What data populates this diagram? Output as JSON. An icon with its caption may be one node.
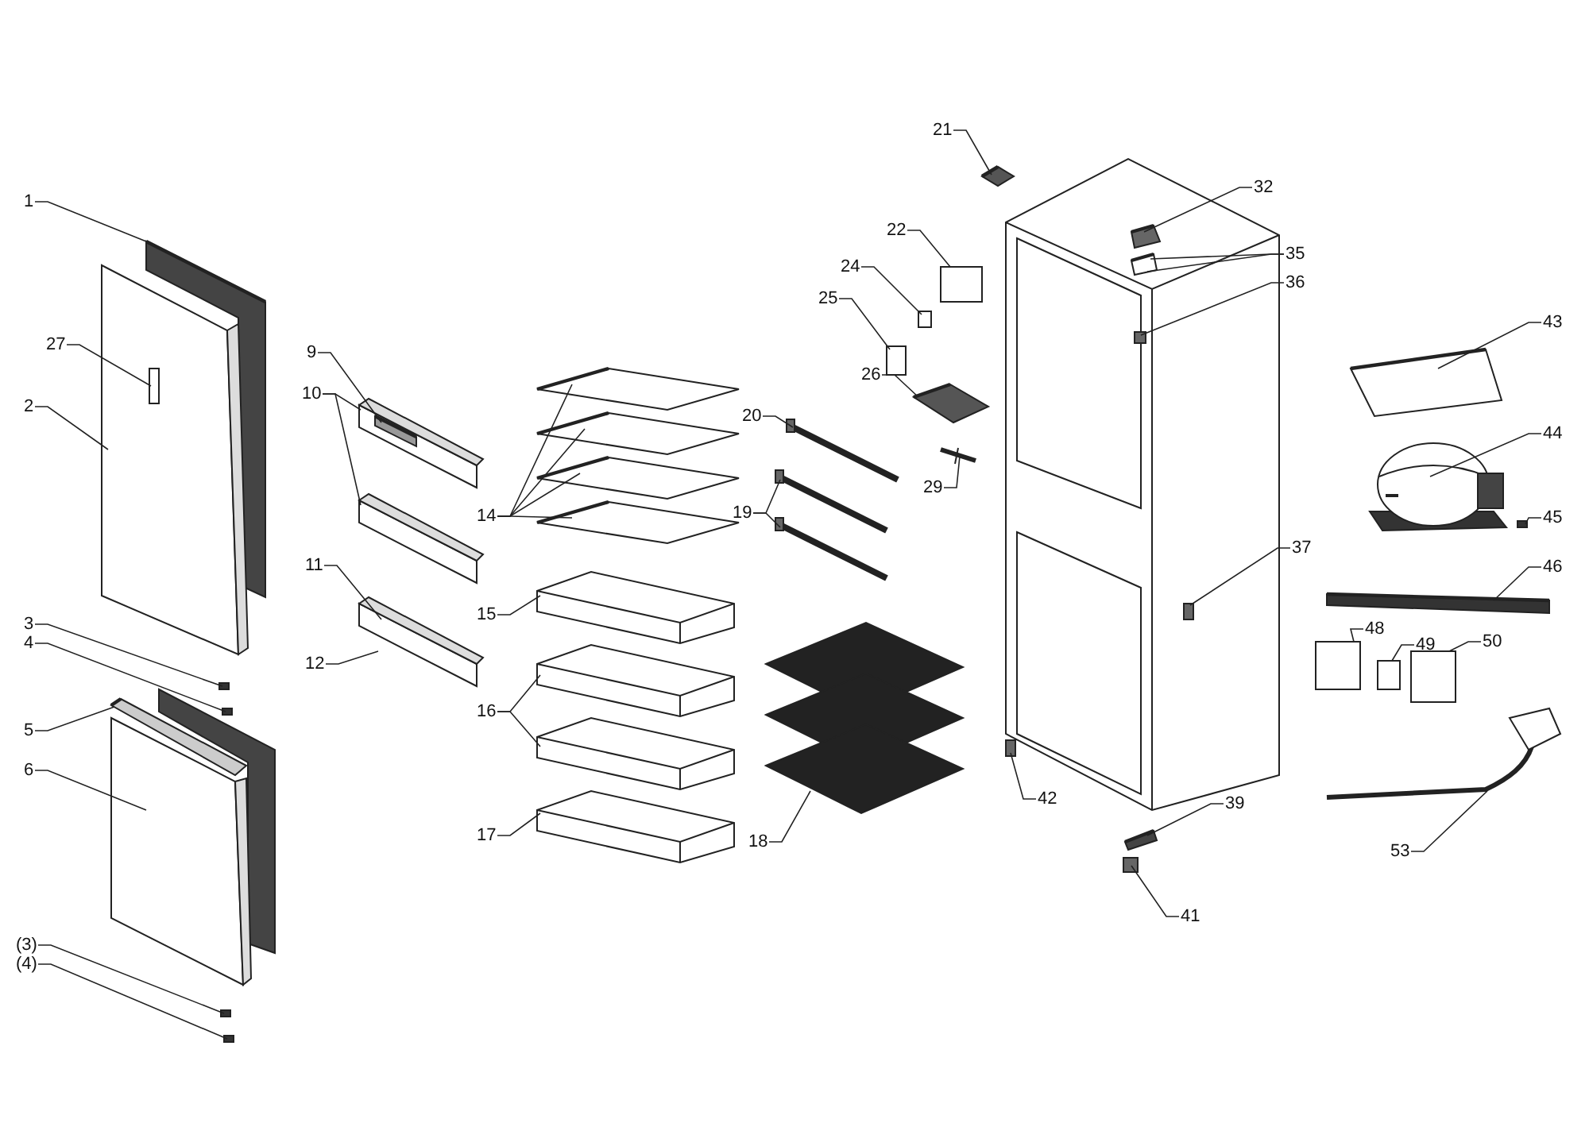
{
  "diagram": {
    "nodes": [
      {
        "text": [
          "1"
        ]
      },
      {
        "text": [
          "27"
        ]
      },
      {
        "text": [
          "2"
        ]
      },
      {
        "text": [
          "3"
        ]
      },
      {
        "text": [
          "4"
        ]
      },
      {
        "text": [
          "5"
        ]
      },
      {
        "text": [
          "6"
        ]
      },
      {
        "text": [
          "(3)"
        ]
      },
      {
        "text": [
          "(4)"
        ]
      },
      {
        "text": [
          "9"
        ]
      },
      {
        "text": [
          "10"
        ]
      },
      {
        "text": [
          "11"
        ]
      },
      {
        "text": [
          "12"
        ]
      },
      {
        "text": [
          "14"
        ]
      },
      {
        "text": [
          "15"
        ]
      },
      {
        "text": [
          "16"
        ]
      },
      {
        "text": [
          "17"
        ]
      },
      {
        "text": [
          "18"
        ]
      },
      {
        "text": [
          "19"
        ]
      },
      {
        "text": [
          "20"
        ]
      },
      {
        "text": [
          "21"
        ]
      },
      {
        "text": [
          "22"
        ]
      },
      {
        "text": [
          "24"
        ]
      },
      {
        "text": [
          "25"
        ]
      },
      {
        "text": [
          "26"
        ]
      },
      {
        "text": [
          "29"
        ]
      },
      {
        "text": [
          "32"
        ]
      },
      {
        "text": [
          "35"
        ]
      },
      {
        "text": [
          "36"
        ]
      },
      {
        "text": [
          "37"
        ]
      },
      {
        "text": [
          "42"
        ]
      },
      {
        "text": [
          "39"
        ]
      },
      {
        "text": [
          "41"
        ]
      },
      {
        "text": [
          "43"
        ]
      },
      {
        "text": [
          "44"
        ]
      },
      {
        "text": [
          "45"
        ]
      },
      {
        "text": [
          "46"
        ]
      },
      {
        "text": [
          "48"
        ]
      },
      {
        "text": [
          "49"
        ]
      },
      {
        "text": [
          "50"
        ]
      },
      {
        "text": [
          "53"
        ]
      },
      {
        "text": [],
        "shape": "picture"
      },
      {
        "text": [],
        "shape": "box",
        "in": 43
      },
      {
        "text": [],
        "shape": "picture"
      },
      {
        "text": [],
        "shape": "box"
      },
      {
        "text": [],
        "shape": "box"
      },
      {
        "text": [],
        "shape": "picture"
      },
      {
        "text": [],
        "shape": "picture"
      },
      {
        "text": [],
        "shape": "box"
      },
      {
        "text": [],
        "shape": "box"
      },
      {
        "text": [],
        "shape": "picture",
        "in": 51
      },
      {
        "text": [],
        "shape": "picture"
      },
      {
        "text": [],
        "shape": "picture"
      },
      {
        "text": [],
        "shape": "picture"
      },
      {
        "text": [],
        "shape": "picture"
      },
      {
        "text": [],
        "shape": "picture"
      },
      {
        "text": [],
        "shape": "picture"
      },
      {
        "text": [],
        "shape": "picture"
      },
      {
        "text": [],
        "shape": "picture"
      },
      {
        "text": [],
        "shape": "picture"
      },
      {
        "text": [],
        "shape": "picture"
      },
      {
        "text": [],
        "shape": "picture"
      },
      {
        "text": [],
        "shape": "picture"
      },
      {
        "text": [],
        "shape": "picture"
      },
      {
        "text": [],
        "shape": "picture"
      },
      {
        "text": [],
        "shape": "picture"
      },
      {
        "text": [],
        "shape": "picture"
      },
      {
        "text": [],
        "shape": "box"
      },
      {
        "text": [],
        "shape": "box"
      },
      {
        "text": [],
        "shape": "box"
      },
      {
        "text": [],
        "shape": "picture"
      },
      {
        "text": [],
        "shape": "picture"
      },
      {
        "text": [],
        "shape": "picture"
      },
      {
        "text": [],
        "shape": "picture"
      },
      {
        "text": [],
        "shape": "box"
      },
      {
        "text": [],
        "shape": "box"
      },
      {
        "text": [],
        "shape": "box"
      },
      {
        "text": [],
        "shape": "picture"
      },
      {
        "text": [],
        "shape": "box"
      },
      {
        "text": [],
        "shape": "picture"
      },
      {
        "text": [],
        "shape": "picture"
      },
      {
        "text": [],
        "shape": "box"
      },
      {
        "text": [],
        "shape": "picture"
      },
      {
        "text": [],
        "shape": "box"
      },
      {
        "text": [],
        "shape": "box"
      },
      {
        "text": [],
        "shape": "box"
      },
      {
        "text": [],
        "shape": "picture"
      }
    ],
    "edges": [
      {
        "from": 0,
        "to": 41,
        "arrow": "none"
      },
      {
        "from": 1,
        "to": 42,
        "arrow": "none"
      },
      {
        "from": 2,
        "to": 43,
        "arrow": "none"
      },
      {
        "from": 3,
        "to": 44,
        "arrow": "none"
      },
      {
        "from": 4,
        "to": 45,
        "arrow": "none"
      },
      {
        "from": 5,
        "to": 46,
        "arrow": "none"
      },
      {
        "from": 6,
        "to": 47,
        "arrow": "none"
      },
      {
        "from": 7,
        "to": 48,
        "arrow": "none"
      },
      {
        "from": 8,
        "to": 49,
        "arrow": "none"
      },
      {
        "from": 9,
        "to": 50,
        "arrow": "none"
      },
      {
        "from": 10,
        "to": 51,
        "arrow": "none"
      },
      {
        "from": 10,
        "to": 52,
        "arrow": "none"
      },
      {
        "from": 11,
        "to": 53,
        "arrow": "none"
      },
      {
        "from": 12,
        "to": 53,
        "arrow": "none"
      },
      {
        "from": 13,
        "to": 54,
        "arrow": "none"
      },
      {
        "from": 13,
        "to": 55,
        "arrow": "none"
      },
      {
        "from": 13,
        "to": 56,
        "arrow": "none"
      },
      {
        "from": 13,
        "to": 57,
        "arrow": "none"
      },
      {
        "from": 14,
        "to": 58,
        "arrow": "none"
      },
      {
        "from": 15,
        "to": 59,
        "arrow": "none"
      },
      {
        "from": 15,
        "to": 60,
        "arrow": "none"
      },
      {
        "from": 16,
        "to": 61,
        "arrow": "none"
      },
      {
        "from": 17,
        "to": 62,
        "arrow": "none"
      },
      {
        "from": 18,
        "to": 64,
        "arrow": "none"
      },
      {
        "from": 18,
        "to": 65,
        "arrow": "none"
      },
      {
        "from": 19,
        "to": 63,
        "arrow": "none"
      },
      {
        "from": 20,
        "to": 66,
        "arrow": "none"
      },
      {
        "from": 21,
        "to": 67,
        "arrow": "none"
      },
      {
        "from": 22,
        "to": 68,
        "arrow": "none"
      },
      {
        "from": 23,
        "to": 69,
        "arrow": "none"
      },
      {
        "from": 24,
        "to": 70,
        "arrow": "none"
      },
      {
        "from": 25,
        "to": 71,
        "arrow": "none"
      },
      {
        "from": 26,
        "to": 72,
        "arrow": "none"
      },
      {
        "from": 27,
        "to": 73,
        "arrow": "none"
      },
      {
        "from": 27,
        "to": 73,
        "arrow": "none"
      },
      {
        "from": 28,
        "to": 74,
        "arrow": "none"
      },
      {
        "from": 29,
        "to": 75,
        "arrow": "none"
      },
      {
        "from": 30,
        "to": 76,
        "arrow": "none"
      },
      {
        "from": 31,
        "to": 77,
        "arrow": "none"
      },
      {
        "from": 32,
        "to": 78,
        "arrow": "none"
      },
      {
        "from": 33,
        "to": 79,
        "arrow": "none"
      },
      {
        "from": 34,
        "to": 80,
        "arrow": "none"
      },
      {
        "from": 35,
        "to": 81,
        "arrow": "none"
      },
      {
        "from": 36,
        "to": 82,
        "arrow": "none"
      },
      {
        "from": 37,
        "to": 83,
        "arrow": "none"
      },
      {
        "from": 38,
        "to": 84,
        "arrow": "none"
      },
      {
        "from": 39,
        "to": 85,
        "arrow": "none"
      },
      {
        "from": 40,
        "to": 86,
        "arrow": "none"
      }
    ]
  }
}
